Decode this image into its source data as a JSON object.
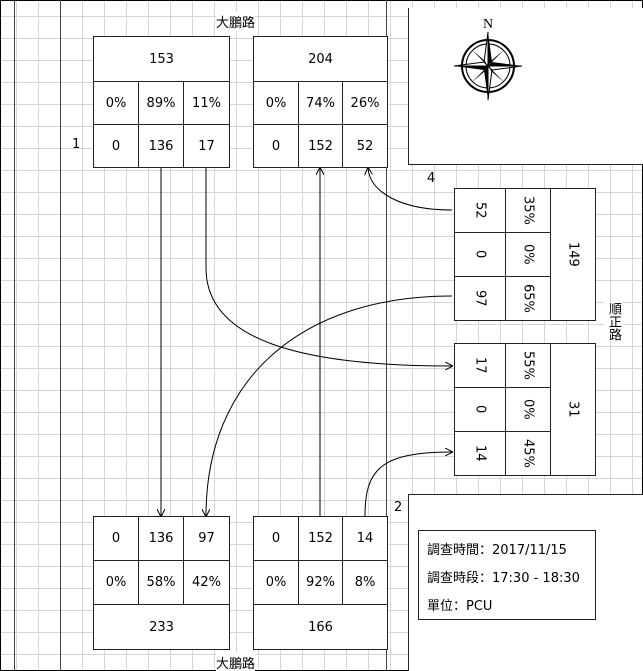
{
  "roads": {
    "top": "大鵬路",
    "bottom": "大鵬路",
    "right": "順正路"
  },
  "compass": {
    "letter": "N"
  },
  "markers": {
    "m1": "1",
    "m2": "2",
    "m4": "4"
  },
  "boxes": {
    "top_left": {
      "total": "153",
      "pct": [
        "0%",
        "89%",
        "11%"
      ],
      "vol": [
        "0",
        "136",
        "17"
      ]
    },
    "top_right": {
      "total": "204",
      "pct": [
        "0%",
        "74%",
        "26%"
      ],
      "vol": [
        "0",
        "152",
        "52"
      ]
    },
    "bottom_left": {
      "vol": [
        "0",
        "136",
        "97"
      ],
      "pct": [
        "0%",
        "58%",
        "42%"
      ],
      "total": "233"
    },
    "bottom_right": {
      "vol": [
        "0",
        "152",
        "14"
      ],
      "pct": [
        "0%",
        "92%",
        "8%"
      ],
      "total": "166"
    },
    "right_top": {
      "vol": [
        "52",
        "0",
        "97"
      ],
      "pct": [
        "35%",
        "0%",
        "65%"
      ],
      "total": "149"
    },
    "right_bottom": {
      "vol": [
        "17",
        "0",
        "14"
      ],
      "pct": [
        "55%",
        "0%",
        "45%"
      ],
      "total": "31"
    }
  },
  "info": {
    "line1": "調查時間：2017/11/15",
    "line2": "調查時段：17:30 - 18:30",
    "line3": "單位：PCU"
  }
}
